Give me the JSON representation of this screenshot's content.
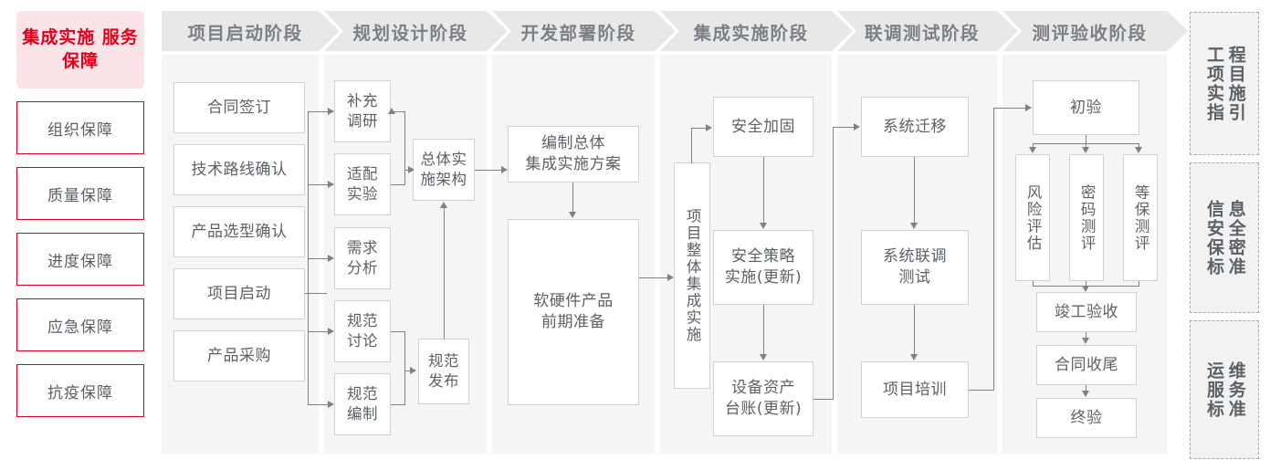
{
  "left_panel": {
    "title": "集成实施\n服务保障",
    "items": [
      {
        "label": "组织保障"
      },
      {
        "label": "质量保障"
      },
      {
        "label": "进度保障"
      },
      {
        "label": "应急保障"
      },
      {
        "label": "抗疫保障"
      }
    ]
  },
  "phases": [
    {
      "label": "项目启动阶段"
    },
    {
      "label": "规划设计阶段"
    },
    {
      "label": "开发部署阶段"
    },
    {
      "label": "集成实施阶段"
    },
    {
      "label": "联调测试阶段"
    },
    {
      "label": "测评验收阶段"
    }
  ],
  "nodes": {
    "p1": [
      {
        "label": "合同签订"
      },
      {
        "label": "技术路线确认"
      },
      {
        "label": "产品选型确认"
      },
      {
        "label": "项目启动"
      },
      {
        "label": "产品采购"
      }
    ],
    "p2": [
      {
        "label": "补充\n调研"
      },
      {
        "label": "适配\n实验"
      },
      {
        "label": "需求\n分析"
      },
      {
        "label": "规范\n讨论"
      },
      {
        "label": "规范\n编制"
      },
      {
        "label": "总体实\n施架构"
      },
      {
        "label": "规范\n发布"
      }
    ],
    "p3": [
      {
        "label": "编制总体\n集成实施方案"
      },
      {
        "label": "软硬件产品\n前期准备"
      }
    ],
    "p4": [
      {
        "label": "项目整体集成实施"
      },
      {
        "label": "安全加固"
      },
      {
        "label": "安全策略\n实施(更新)"
      },
      {
        "label": "设备资产\n台账(更新)"
      }
    ],
    "p5": [
      {
        "label": "系统迁移"
      },
      {
        "label": "系统联调\n测试"
      },
      {
        "label": "项目培训"
      }
    ],
    "p6": [
      {
        "label": "初验"
      },
      {
        "label": "风险评估"
      },
      {
        "label": "密码测评"
      },
      {
        "label": "等保测评"
      },
      {
        "label": "竣工验收"
      },
      {
        "label": "合同收尾"
      },
      {
        "label": "终验"
      }
    ]
  },
  "standards": [
    {
      "label": "程目施引\n工项实指"
    },
    {
      "label": "息全密准\n信安保标"
    },
    {
      "label": "维务准\n运服标"
    }
  ],
  "colors": {
    "accent_red": "#e2001a",
    "accent_red_border": "#d8001c",
    "accent_pink_bg": "#fbe4e8",
    "column_bg": "#f5f5f5",
    "header_bg": "#e8e8e8",
    "header_text": "#7a8086",
    "node_border": "#cfd2d4",
    "node_text": "#5c6166",
    "connector": "#7d8287",
    "standards_bg": "#f2f2f2",
    "standards_border": "#a9a9a9"
  }
}
